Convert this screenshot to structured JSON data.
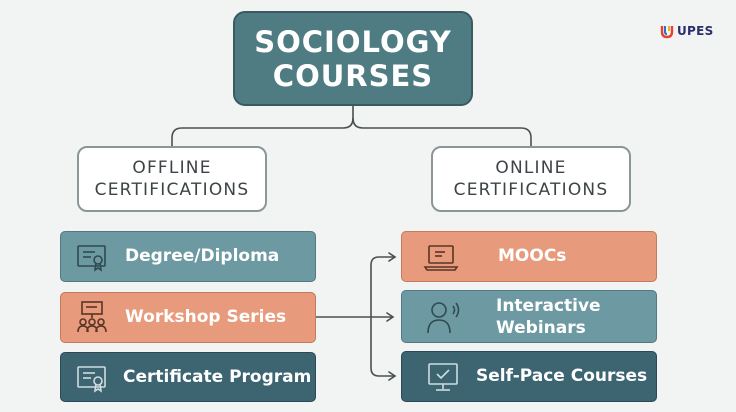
{
  "title": {
    "line1": "SOCIOLOGY",
    "line2": "COURSES"
  },
  "logo": {
    "text": "UPES"
  },
  "categories": {
    "offline": {
      "line1": "OFFLINE",
      "line2": "CERTIFICATIONS"
    },
    "online": {
      "line1": "ONLINE",
      "line2": "CERTIFICATIONS"
    }
  },
  "offline_items": [
    {
      "label": "Degree/Diploma",
      "icon": "certificate-icon",
      "color": "#6d9aa2"
    },
    {
      "label": "Workshop Series",
      "icon": "presentation-icon",
      "color": "#e79b7c"
    },
    {
      "label": "Certificate Program",
      "icon": "certificate-icon",
      "color": "#3d6471"
    }
  ],
  "online_items": [
    {
      "label": "MOOCs",
      "icon": "laptop-icon",
      "color": "#e79b7c"
    },
    {
      "label": "Interactive",
      "label2": "Webinars",
      "icon": "speaker-icon",
      "color": "#6d9aa2"
    },
    {
      "label": "Self-Pace Courses",
      "icon": "monitor-check-icon",
      "color": "#3d6471"
    }
  ],
  "colors": {
    "title_bg": "#4f7c83",
    "background": "#f2f4f4",
    "connector": "#4a4f50"
  }
}
